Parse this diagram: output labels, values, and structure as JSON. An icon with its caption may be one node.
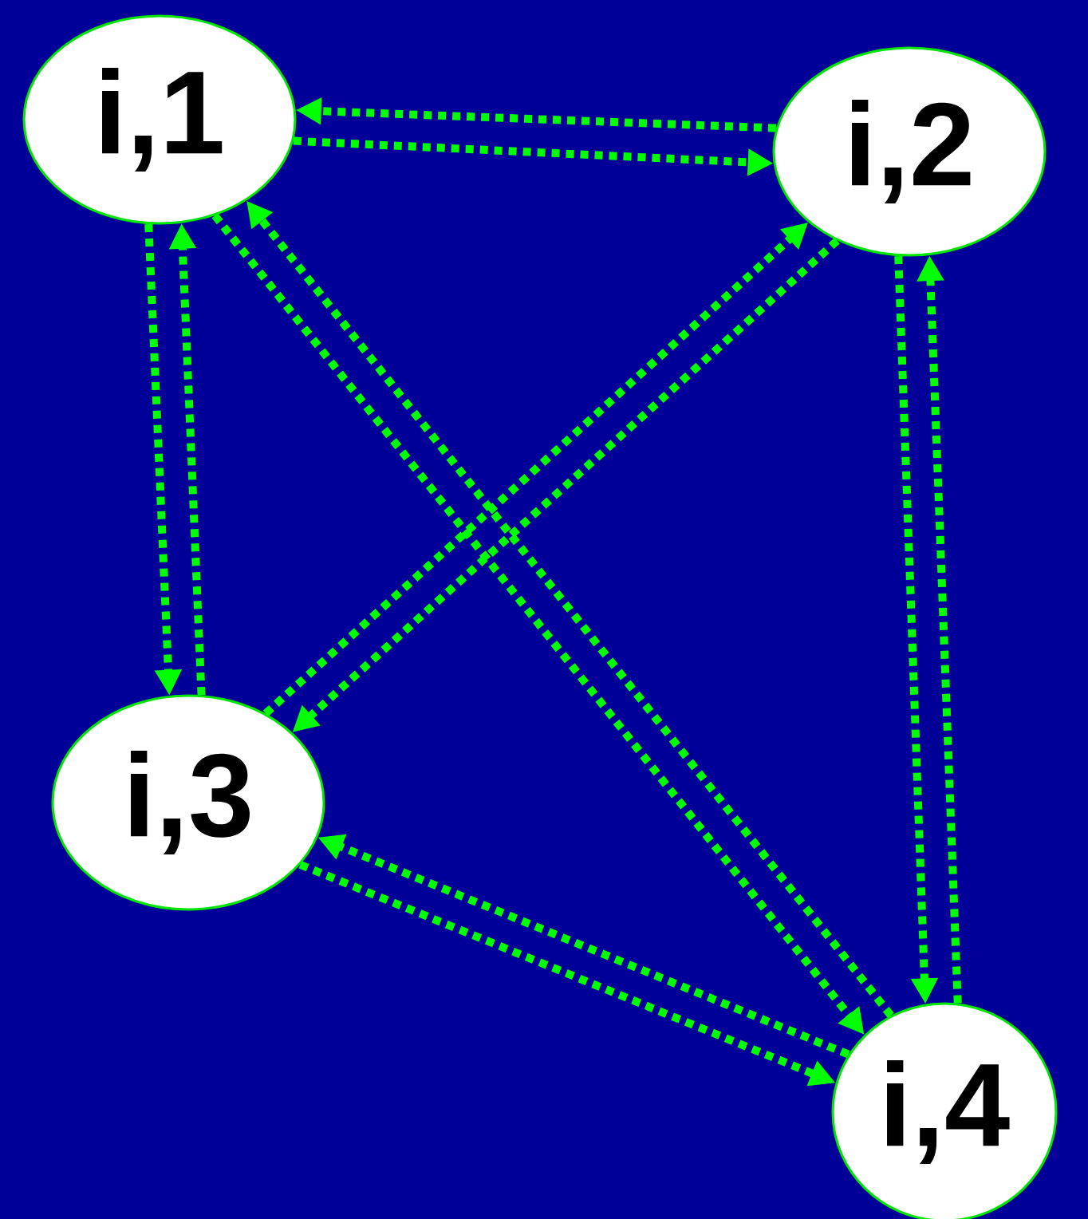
{
  "diagram": {
    "nodes": [
      {
        "text": [
          "i,1"
        ]
      },
      {
        "text": [
          "i,2"
        ]
      },
      {
        "text": [
          "i,3"
        ]
      },
      {
        "text": [
          "i,4"
        ]
      }
    ],
    "edges": [
      {
        "from": 1,
        "to": 0,
        "arrow": "to",
        "style": "dashed"
      },
      {
        "from": 0,
        "to": 1,
        "arrow": "to",
        "style": "dashed"
      },
      {
        "from": 0,
        "to": 2,
        "arrow": "to",
        "style": "dashed"
      },
      {
        "from": 2,
        "to": 0,
        "arrow": "to",
        "style": "dashed"
      },
      {
        "from": 2,
        "to": 1,
        "arrow": "to",
        "style": "dashed"
      },
      {
        "from": 1,
        "to": 2,
        "arrow": "to",
        "style": "dashed"
      },
      {
        "from": 0,
        "to": 3,
        "arrow": "to",
        "style": "dashed"
      },
      {
        "from": 3,
        "to": 0,
        "arrow": "to",
        "style": "dashed"
      },
      {
        "from": 1,
        "to": 3,
        "arrow": "to",
        "style": "dashed"
      },
      {
        "from": 3,
        "to": 1,
        "arrow": "to",
        "style": "dashed"
      },
      {
        "from": 3,
        "to": 2,
        "arrow": "to",
        "style": "dashed"
      },
      {
        "from": 2,
        "to": 3,
        "arrow": "to",
        "style": "dashed"
      }
    ]
  }
}
